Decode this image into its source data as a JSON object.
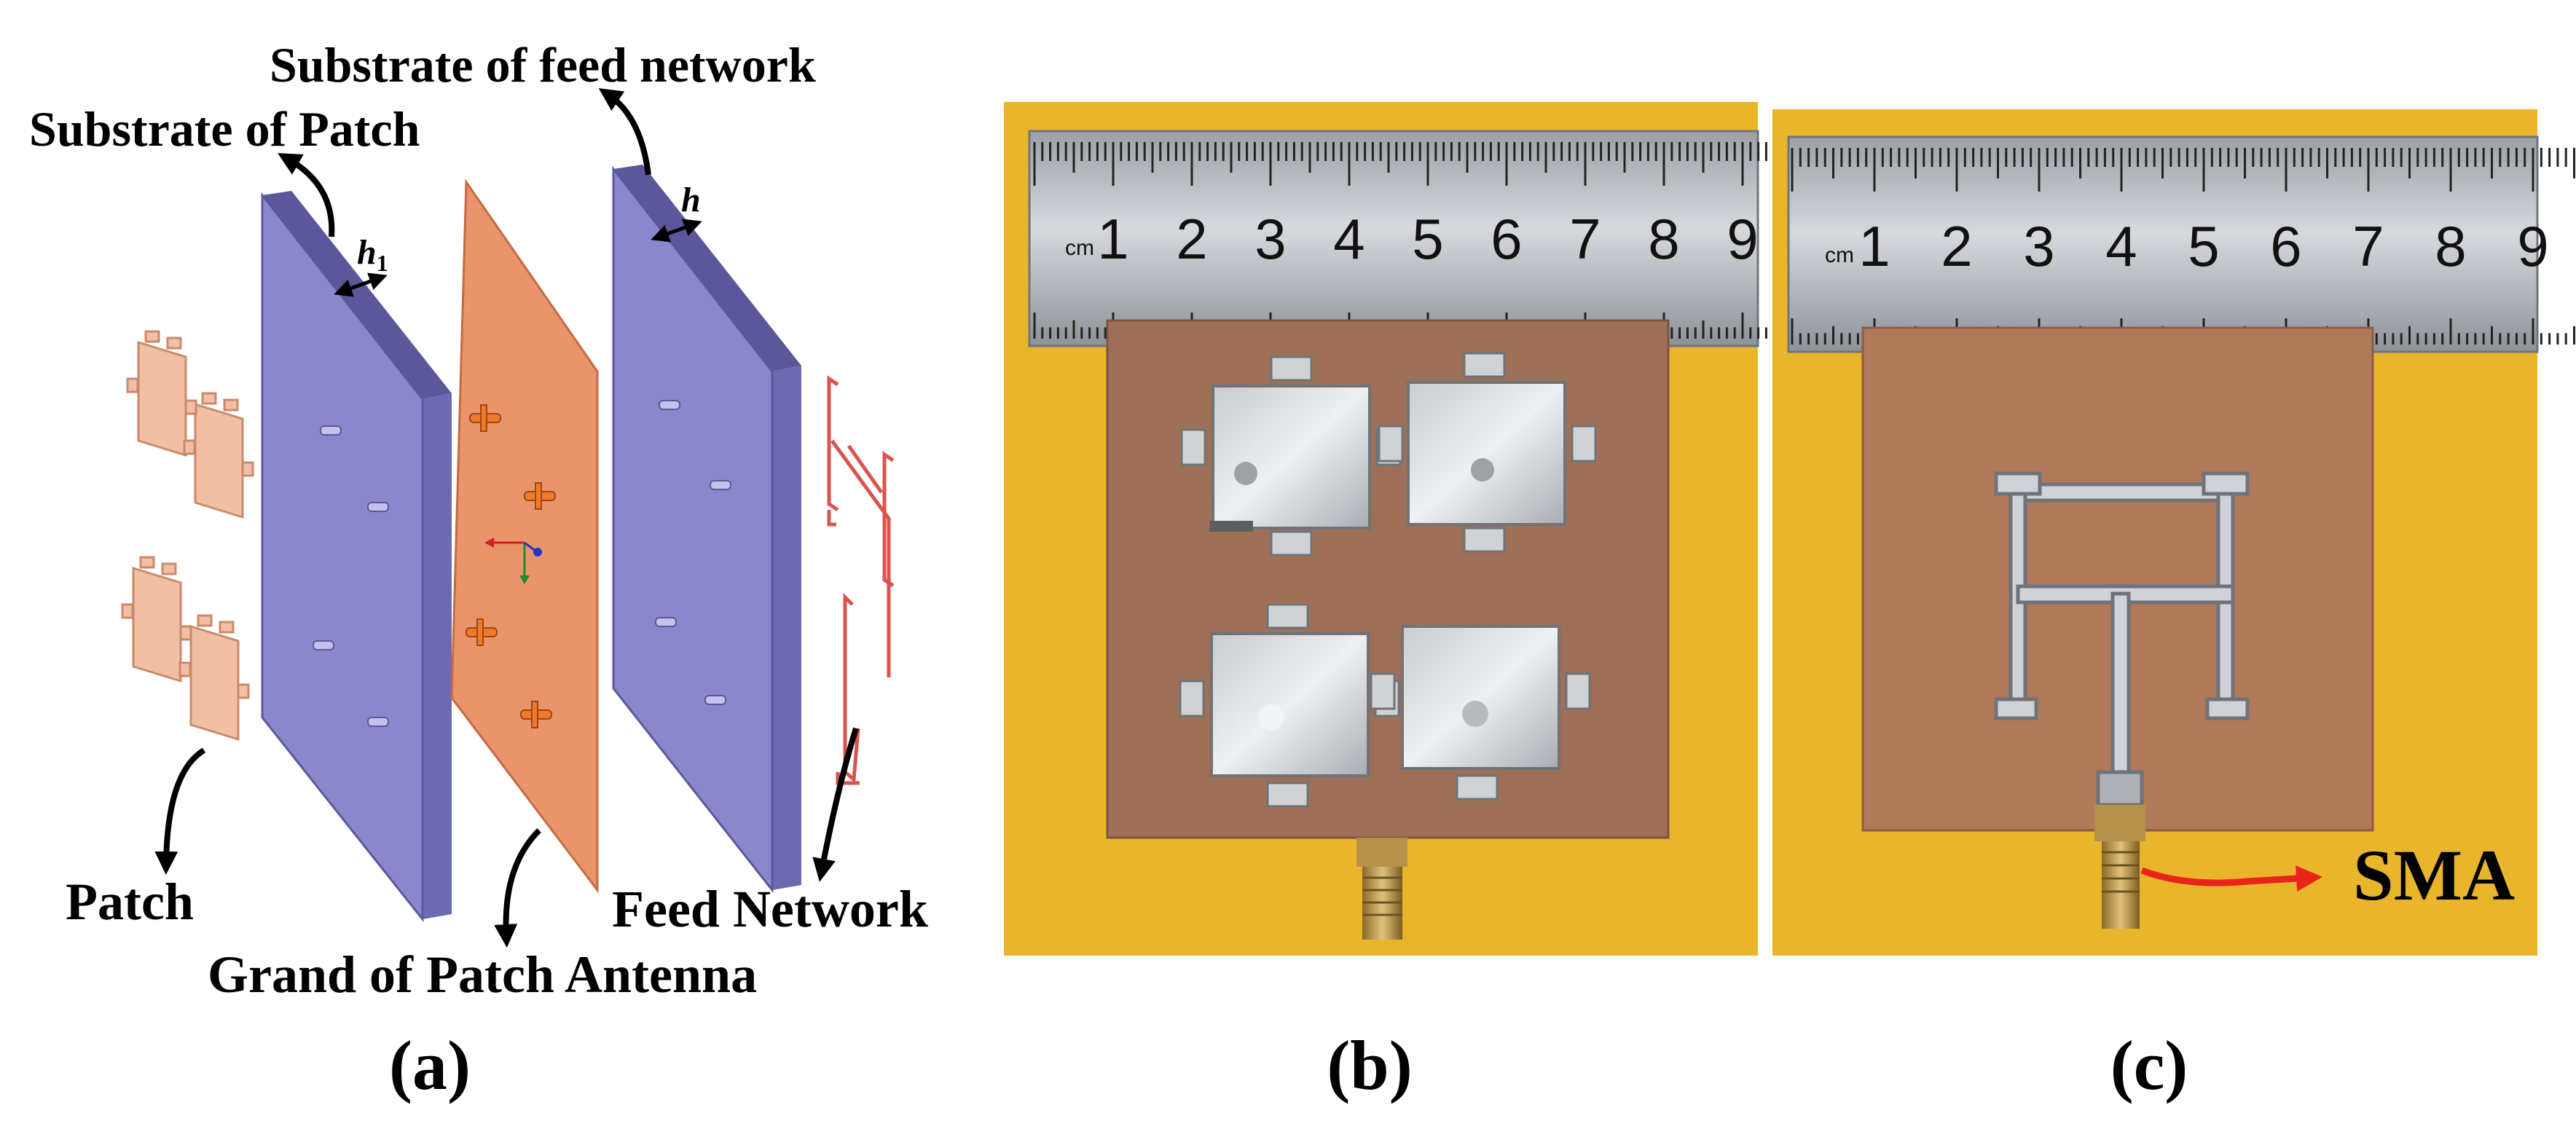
{
  "panel_a": {
    "label": "(a)",
    "substrate_feed": "Substrate of feed network",
    "substrate_patch": "Substrate of Patch",
    "h1_letter": "h",
    "h1_sub": "1",
    "h_letter": "h",
    "patch": "Patch",
    "ground": "Grand of Patch Antenna",
    "feed_network": "Feed Network"
  },
  "panel_b": {
    "label": "(b)",
    "ruler_unit": "cm",
    "ruler_numbers": [
      "1",
      "2",
      "3",
      "4",
      "5",
      "6",
      "7",
      "8",
      "9"
    ]
  },
  "panel_c": {
    "label": "(c)",
    "ruler_unit": "cm",
    "ruler_numbers": [
      "1",
      "2",
      "3",
      "4",
      "5",
      "6",
      "7",
      "8",
      "9"
    ],
    "sma": "SMA"
  },
  "colors": {
    "substrate": "#8b87cc",
    "substrate_dark": "#5b579a",
    "ground_plane": "#e9946b",
    "patch": "#f2bfa5",
    "feed_line": "#d9534f",
    "background_yellow": "#e9b52a",
    "pcb": "#b0795a",
    "ruler": "#b8bcc2",
    "arrow_red": "#e8241c"
  }
}
